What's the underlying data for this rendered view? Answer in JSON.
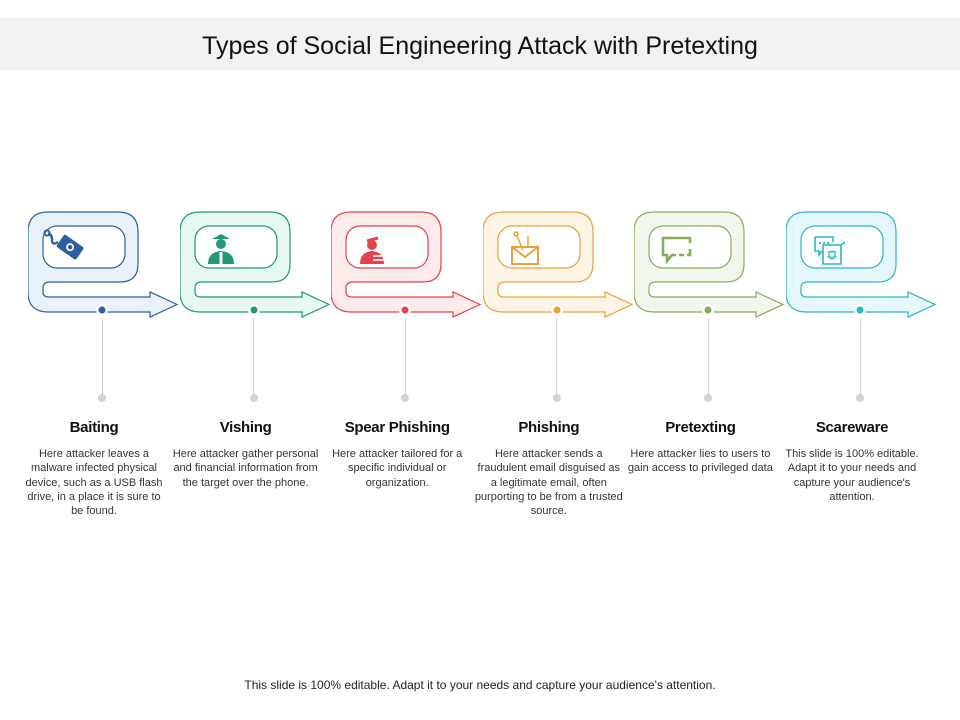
{
  "title": "Types of Social Engineering Attack with Pretexting",
  "steps": [
    {
      "title": "Baiting",
      "description": "Here attacker leaves a malware infected physical device, such as a USB flash drive, in a place it is sure to be found.",
      "icon": "usb-money-icon",
      "color": "#2e5fa0",
      "fill": "#e9f1fb"
    },
    {
      "title": "Vishing",
      "description": "Here attacker gather personal and financial information from the target over the phone.",
      "icon": "hacker-headset-icon",
      "color": "#1f9a7a",
      "fill": "#e7f7f2"
    },
    {
      "title": "Spear Phishing",
      "description": "Here attacker tailored for a specific individual or organization.",
      "icon": "hacker-spear-icon",
      "color": "#e0454f",
      "fill": "#fdeaeb"
    },
    {
      "title": "Phishing",
      "description": "Here attacker sends a fraudulent email disguised as a legitimate email, often purporting to be from a trusted source.",
      "icon": "email-hook-icon",
      "color": "#e9a23a",
      "fill": "#fdf4e6"
    },
    {
      "title": "Pretexting",
      "description": "Here attacker lies to users to gain access to privileged data",
      "icon": "chat-bubble-icon",
      "color": "#8aab5c",
      "fill": "#f2f6ec"
    },
    {
      "title": "Scareware",
      "description": "This slide is 100% editable. Adapt it to your needs and capture your audience's attention.",
      "icon": "chat-bug-icon",
      "color": "#2fb5c8",
      "fill": "#e4f7fa"
    }
  ],
  "footer": "This slide is 100% editable. Adapt it to your needs and capture your audience's attention."
}
